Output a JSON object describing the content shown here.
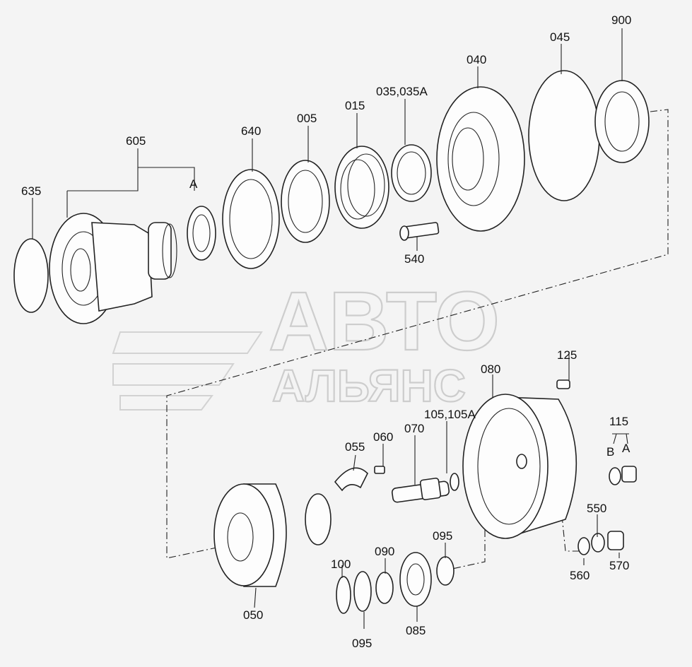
{
  "watermark": {
    "line1": "АВТО",
    "line2": "АЛЬЯНС"
  },
  "labels": {
    "p900": "900",
    "p045": "045",
    "p040": "040",
    "p035": "035,035A",
    "p015": "015",
    "p005": "005",
    "p640": "640",
    "p605": "605",
    "pA1": "A",
    "p635": "635",
    "p540": "540",
    "p125": "125",
    "p080": "080",
    "p105": "105,105A",
    "p070": "070",
    "p060": "060",
    "p055": "055",
    "p115": "115",
    "pB": "B",
    "pA2": "A",
    "p550": "550",
    "p570": "570",
    "p560": "560",
    "p095a": "095",
    "p090": "090",
    "p100": "100",
    "p050": "050",
    "p085": "085",
    "p095b": "095"
  }
}
